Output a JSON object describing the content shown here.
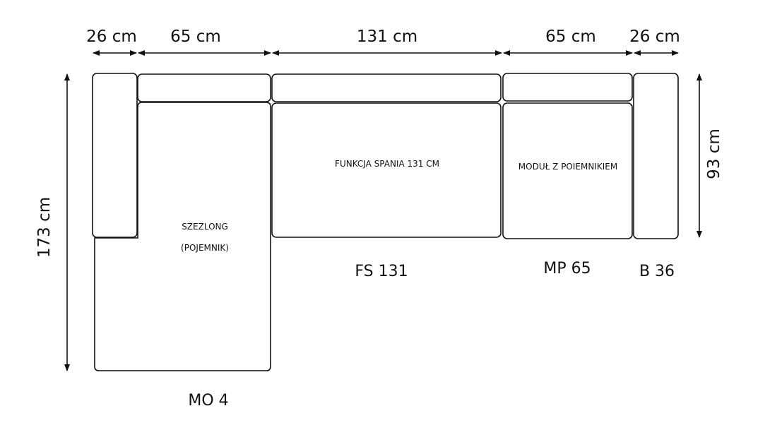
{
  "dimensions": {
    "width_segments": [
      "26 cm",
      "65 cm",
      "131 cm",
      "65 cm",
      "26 cm"
    ],
    "total_depth": "173 cm",
    "seat_depth": "93 cm"
  },
  "modules": {
    "chaise": {
      "code": "MO 4",
      "label_line1": "SZEZLONG",
      "label_line2": "(POJEMNIK)"
    },
    "sleeper": {
      "code": "FS 131",
      "label": "FUNKCJA SPANIA 131 CM"
    },
    "storage": {
      "code": "MP 65",
      "label": "MODUŁ Z POIEMNIKIEM"
    },
    "armrest": {
      "code": "B 36"
    }
  }
}
